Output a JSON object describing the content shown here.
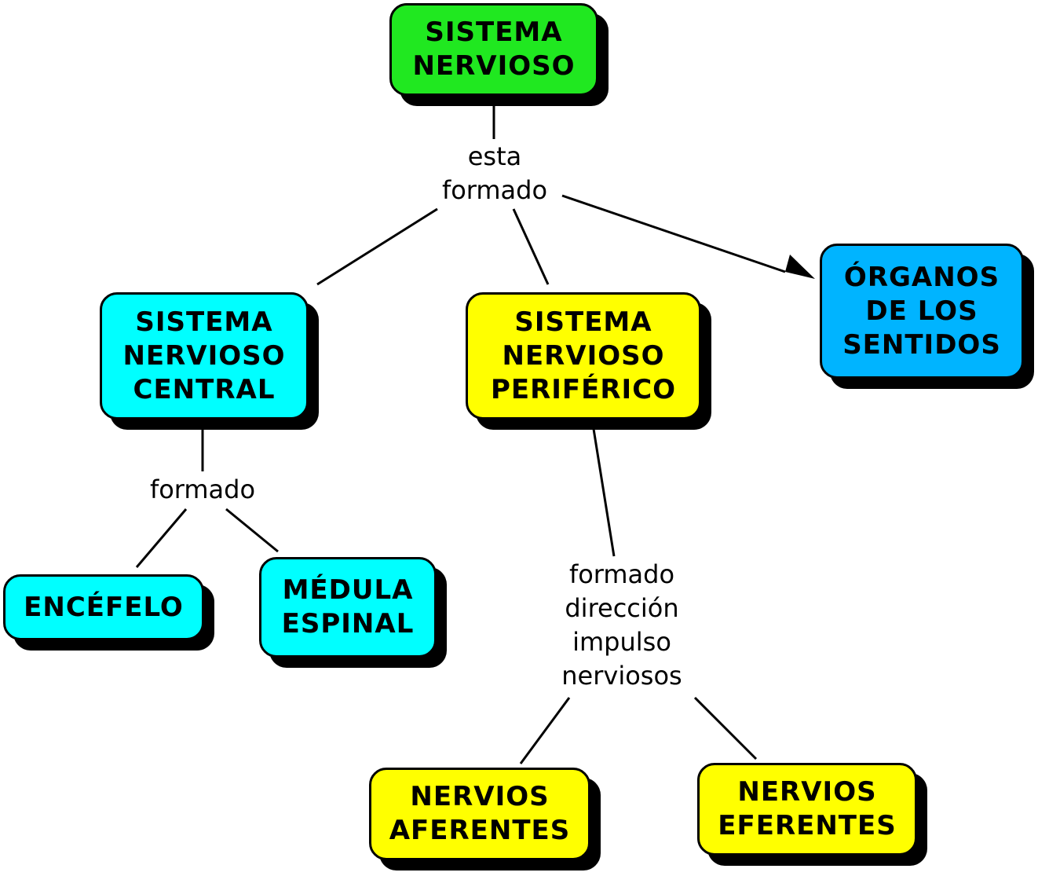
{
  "colors": {
    "root": "#20e820",
    "central": "#00ffff",
    "peripheral": "#ffff00",
    "senses": "#00b4ff",
    "line": "#000000"
  },
  "nodes": {
    "sistema_nervioso": "SISTEMA\nNERVIOSO",
    "snc": "SISTEMA\nNERVIOSO\nCENTRAL",
    "snp": "SISTEMA\nNERVIOSO\nPERIFÉRICO",
    "organos": "ÓRGANOS\nDE LOS\nSENTIDOS",
    "encefalo": "ENCÉFELO",
    "medula": "MÉDULA\nESPINAL",
    "aferentes": "NERVIOS\nAFERENTES",
    "eferentes": "NERVIOS\nEFERENTES"
  },
  "labels": {
    "esta_formado": "esta\nformado",
    "formado": "formado",
    "formado_direccion": "formado\ndirección\nimpulso\nnerviosos"
  }
}
